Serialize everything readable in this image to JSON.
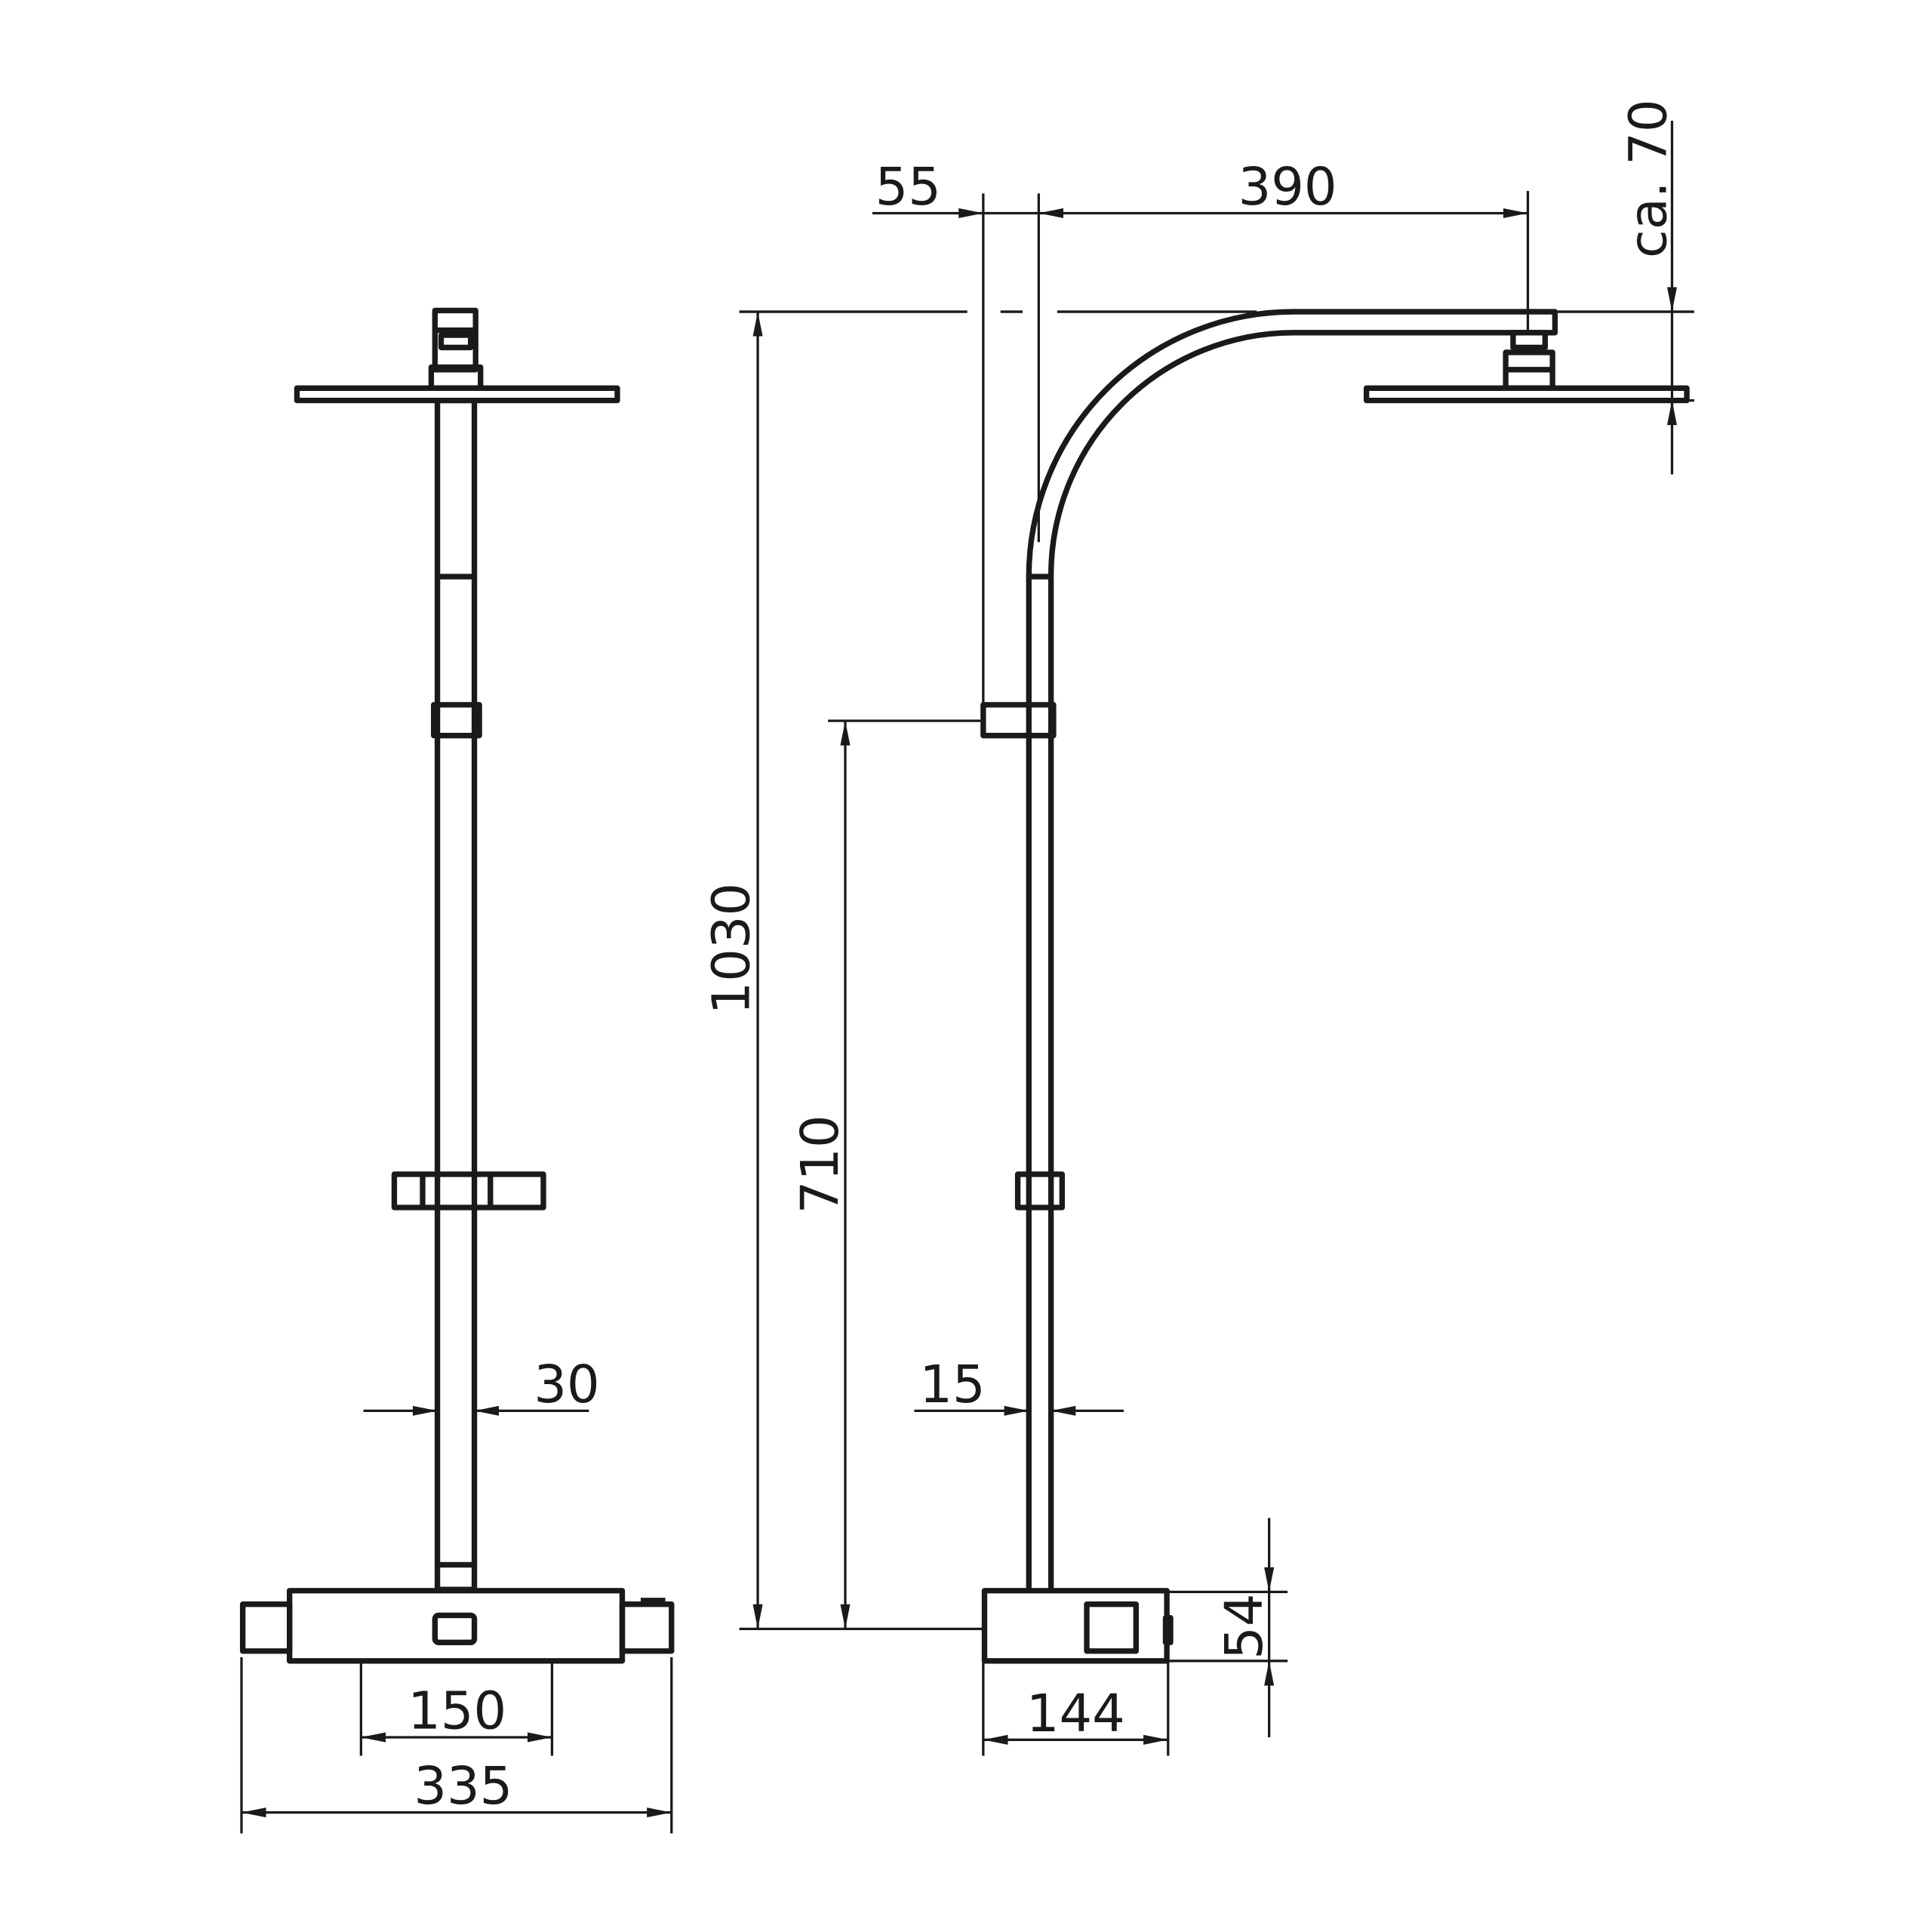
{
  "front_view": {
    "dims": {
      "pipe_width": "30",
      "connection_spacing": "150",
      "overall_width": "335"
    }
  },
  "side_view": {
    "dims": {
      "wall_offset": "55",
      "arm_length": "390",
      "head_drop": "ca. 70",
      "total_height": "1030",
      "thermostat_to_clamp": "710",
      "pipe_diameter": "15",
      "thermostat_depth": "144",
      "thermostat_height": "54"
    }
  },
  "colors": {
    "line": "#1a1a1a",
    "background": "#ffffff"
  }
}
